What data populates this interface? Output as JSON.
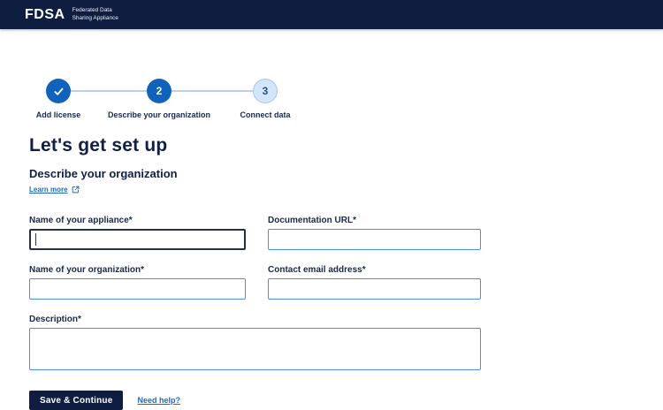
{
  "header": {
    "logo": "FDSA",
    "product_line1": "Federated Data",
    "product_line2": "Sharing Appliance"
  },
  "stepper": {
    "steps": [
      {
        "label": "Add license",
        "status": "complete",
        "icon": "check"
      },
      {
        "label": "Describe your organization",
        "status": "active",
        "number": "2"
      },
      {
        "label": "Connect data",
        "status": "upcoming",
        "number": "3"
      }
    ]
  },
  "main": {
    "title": "Let's get set up",
    "section_title": "Describe your organization",
    "learn_more_label": "Learn more"
  },
  "form": {
    "fields": [
      {
        "label": "Name of your appliance*",
        "value": "",
        "state": "focused"
      },
      {
        "label": "Documentation URL*",
        "value": "",
        "state": "default"
      },
      {
        "label": "Name of your organization*",
        "value": "",
        "state": "default"
      },
      {
        "label": "Contact email address*",
        "value": "",
        "state": "default"
      },
      {
        "label": "Description*",
        "value": "",
        "state": "default"
      }
    ],
    "save_button_label": "Save & Continue",
    "need_help_label": "Need help?"
  },
  "colors": {
    "header_navy": "#0e1d40",
    "step_active_blue": "#0f63bc",
    "step_upcoming_fill": "#d3e5f8",
    "connector_blue": "#bad0e8",
    "input_border_blue": "#4a90e2",
    "focused_border_navy": "#232e4d",
    "link_blue": "#1b6ac9",
    "text_navy": "#16294e"
  }
}
